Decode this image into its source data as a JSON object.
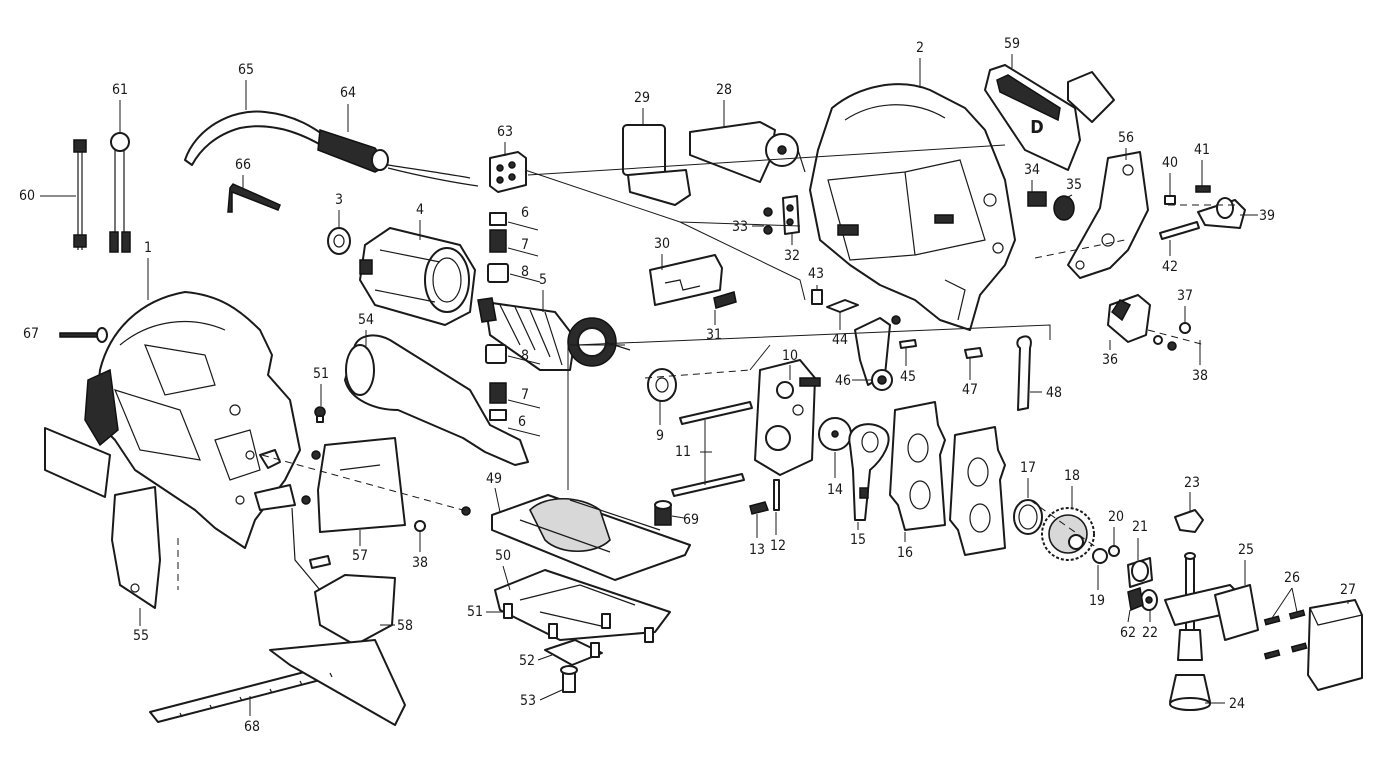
{
  "labels": [
    "1",
    "2",
    "3",
    "4",
    "5",
    "6",
    "7",
    "8",
    "9",
    "10",
    "11",
    "12",
    "13",
    "14",
    "15",
    "16",
    "17",
    "18",
    "19",
    "20",
    "21",
    "22",
    "23",
    "24",
    "25",
    "26",
    "27",
    "28",
    "29",
    "30",
    "31",
    "32",
    "33",
    "34",
    "35",
    "36",
    "37",
    "38",
    "39",
    "40",
    "41",
    "42",
    "43",
    "44",
    "45",
    "46",
    "47",
    "48",
    "49",
    "50",
    "51",
    "52",
    "53",
    "54",
    "55",
    "56",
    "57",
    "58",
    "59",
    "60",
    "61",
    "62",
    "63",
    "64",
    "65",
    "66",
    "67",
    "68",
    "69"
  ],
  "duplicate_labels": {
    "6b": "6",
    "7b": "7",
    "8b": "8",
    "38b": "38",
    "51b": "51"
  }
}
